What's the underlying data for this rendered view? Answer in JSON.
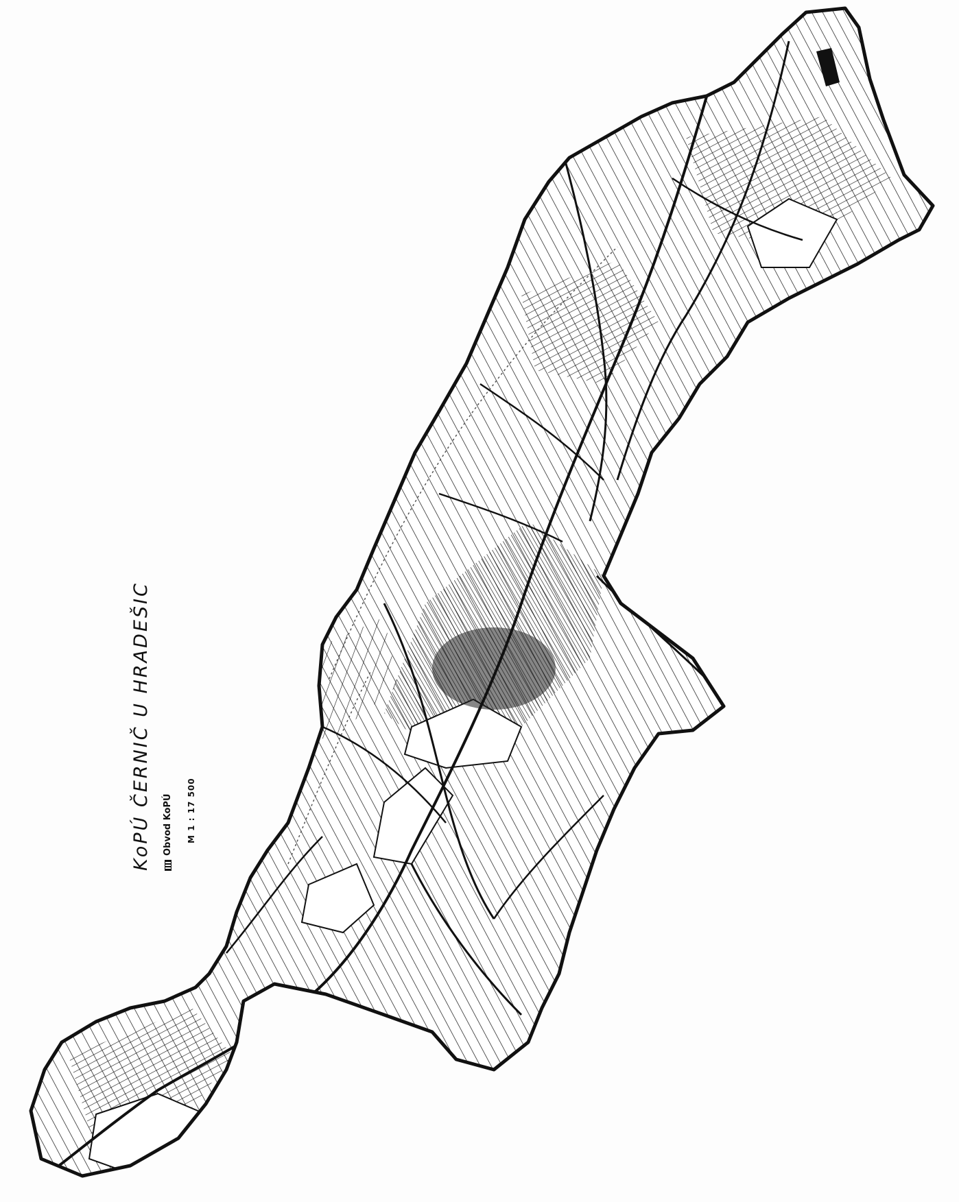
{
  "map": {
    "title": "KoPÚ ČERNIČ U HRADEŠIC",
    "legend": [
      {
        "label": "Obvod KoPÚ",
        "symbol": "hatched-rectangle"
      }
    ],
    "scale": "M 1 : 17 500",
    "colors": {
      "ink": "#111111",
      "paper": "#fdfdfd"
    }
  }
}
